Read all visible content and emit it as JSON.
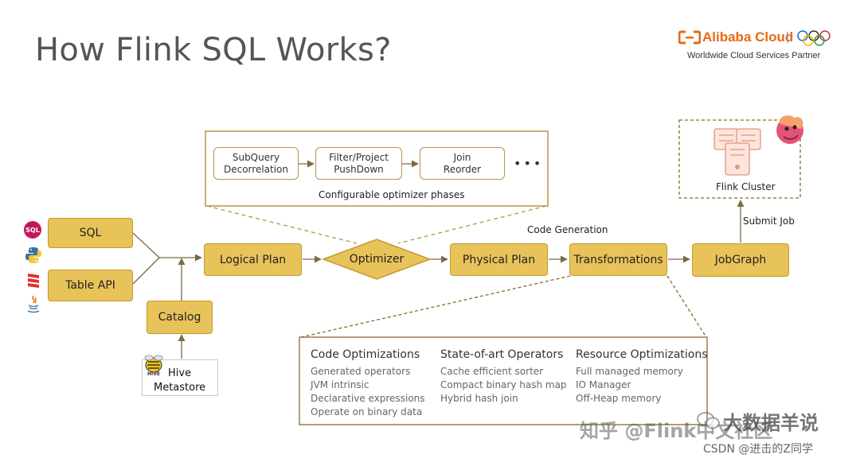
{
  "title": "How Flink SQL Works?",
  "logo": {
    "brand": "Alibaba Cloud",
    "separator": "|",
    "partner": "Worldwide Cloud Services Partner"
  },
  "optimizer_phases": {
    "phases": [
      {
        "line1": "SubQuery",
        "line2": "Decorrelation"
      },
      {
        "line1": "Filter/Project",
        "line2": "PushDown"
      },
      {
        "line1": "Join",
        "line2": "Reorder"
      }
    ],
    "more": "•••",
    "caption": "Configurable optimizer phases"
  },
  "inputs": {
    "sql": "SQL",
    "table_api": "Table API",
    "catalog": "Catalog",
    "hive_line1": "Hive",
    "hive_line2": "Metastore",
    "hive_logo_text": "HIVE"
  },
  "pipeline": {
    "logical_plan": "Logical Plan",
    "optimizer": "Optimizer",
    "physical_plan": "Physical Plan",
    "transformations": "Transformations",
    "jobgraph": "JobGraph",
    "code_generation": "Code Generation",
    "submit_job": "Submit Job",
    "flink_cluster": "Flink Cluster"
  },
  "lang_icons": {
    "sql": "SQL"
  },
  "optimizations": {
    "columns": [
      {
        "heading": "Code Optimizations",
        "items": [
          "Generated operators",
          "JVM intrinsic",
          "Declarative expressions",
          "Operate on binary data"
        ]
      },
      {
        "heading": "State-of-art Operators",
        "items": [
          "Cache efficient sorter",
          "Compact binary hash map",
          "Hybrid hash join"
        ]
      },
      {
        "heading": "Resource Optimizations",
        "items": [
          "Full managed memory",
          "IO Manager",
          "Off-Heap memory"
        ]
      }
    ]
  },
  "watermarks": {
    "zhihu": "知乎 @Flink中文社区",
    "blog": "大数据羊说",
    "csdn": "CSDN @进击的Z同学"
  },
  "colors": {
    "box_fill": "#e8c35a",
    "box_border": "#c49a2a",
    "line": "#b7944a",
    "title": "#555555",
    "accent": "#e56a17"
  }
}
